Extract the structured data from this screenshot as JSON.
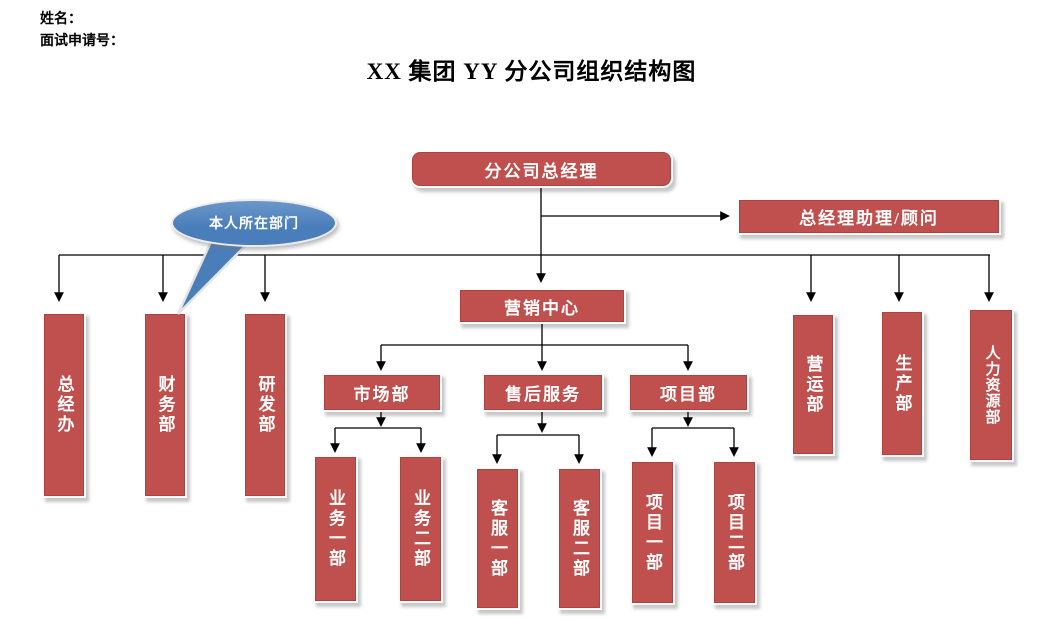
{
  "header": {
    "name_label": "姓名：",
    "application_label": "面试申请号：",
    "title": "XX 集团 YY 分公司组织结构图"
  },
  "callout": {
    "text": "本人所在部门",
    "color": "#4a7ebb"
  },
  "colors": {
    "node_red": "#c0504d",
    "node_inner_border": "#a94442",
    "connector_line": "#000000"
  },
  "nodes": {
    "general_manager": "分公司总经理",
    "assistant": "总经理助理/顾问",
    "general_office": "总经办",
    "finance": "财务部",
    "rnd": "研发部",
    "marketing_center": "营销中心",
    "market": "市场部",
    "after_sales": "售后服务",
    "project": "项目部",
    "business_1": "业务一部",
    "business_2": "业务二部",
    "service_1": "客服一部",
    "service_2": "客服二部",
    "project_1": "项目一部",
    "project_2": "项目二部",
    "operations": "营运部",
    "production": "生产部",
    "human_resources": "人力资源部"
  }
}
